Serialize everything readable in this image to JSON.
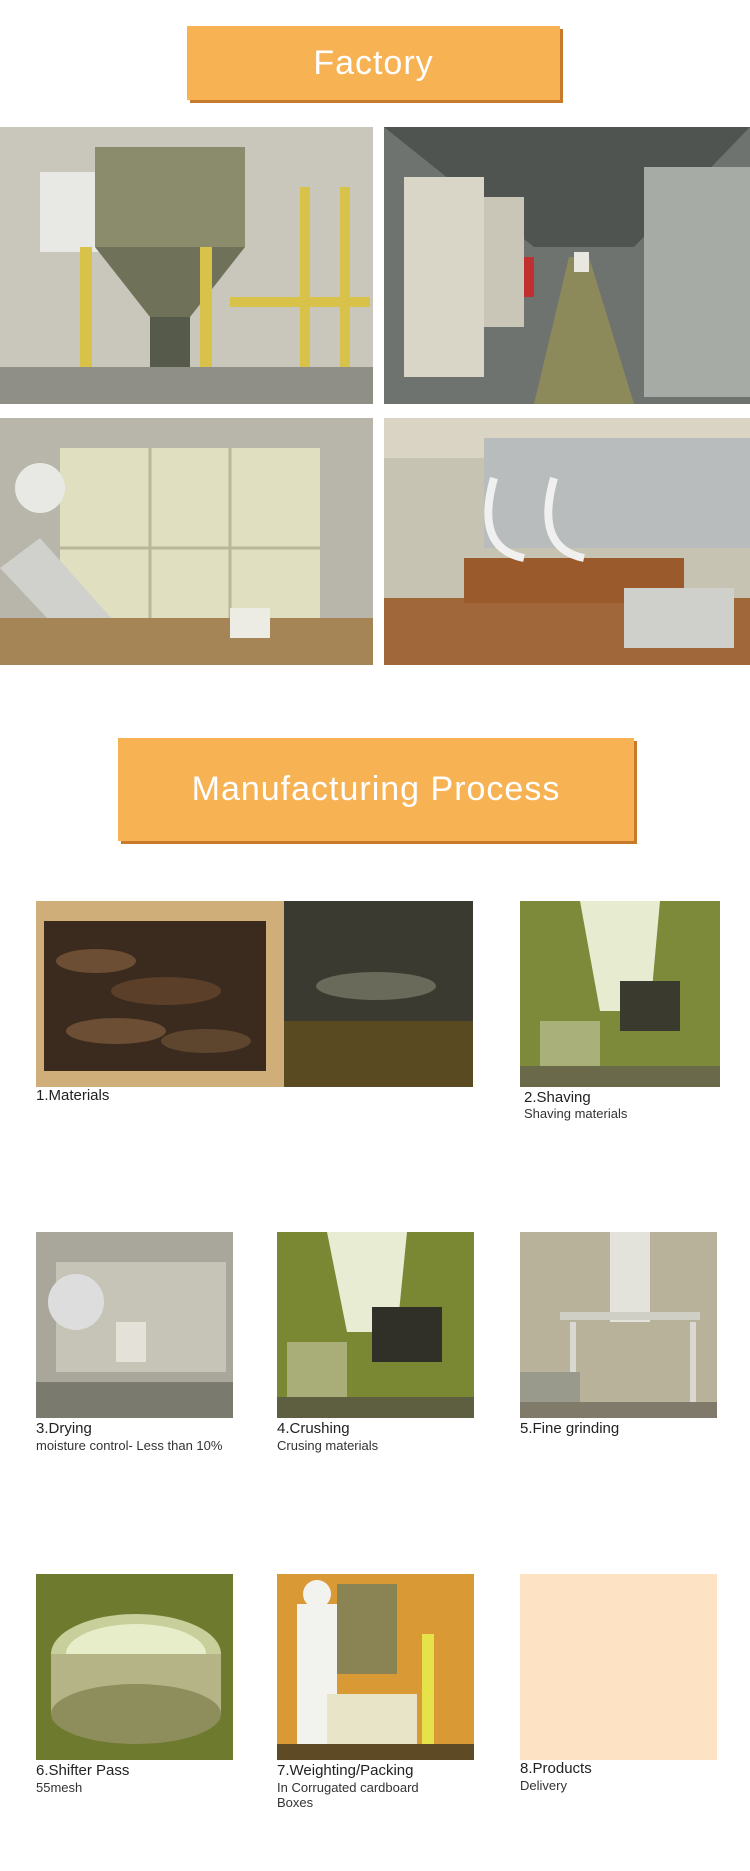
{
  "factory": {
    "title": "Factory"
  },
  "process": {
    "title": "Manufacturing Process",
    "steps": [
      {
        "title": "1.Materials",
        "subtitle": ""
      },
      {
        "title": "2.Shaving",
        "subtitle": "Shaving materials"
      },
      {
        "title": "3.Drying",
        "subtitle": "moisture control- Less than 10%"
      },
      {
        "title": "4.Crushing",
        "subtitle": "Crusing materials"
      },
      {
        "title": "5.Fine grinding",
        "subtitle": ""
      },
      {
        "title": "6.Shifter Pass",
        "subtitle": "55mesh"
      },
      {
        "title": "7.Weighting/Packing",
        "subtitle": "In Corrugated cardboard Boxes"
      },
      {
        "title": "8.Products",
        "subtitle": "Delivery"
      }
    ]
  },
  "colors": {
    "banner": "#f7b254",
    "banner_shadow": "#c77a2a",
    "products_tile": "#fde3c3"
  }
}
